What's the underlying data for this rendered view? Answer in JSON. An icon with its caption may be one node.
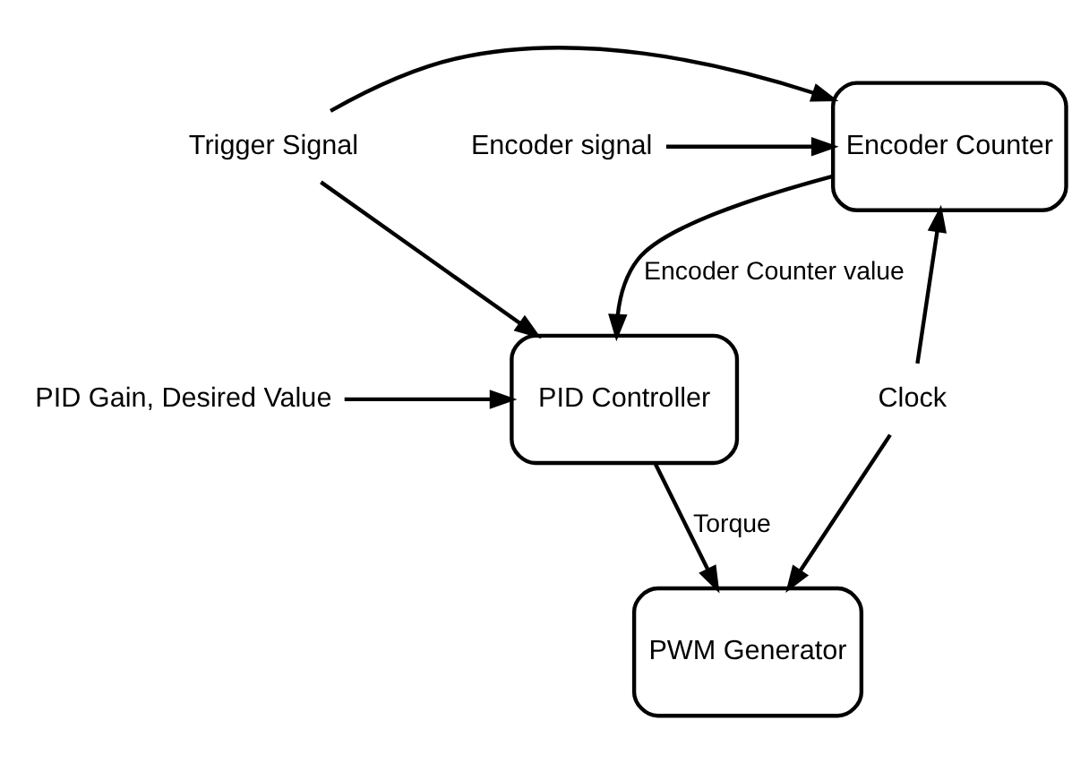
{
  "diagram": {
    "nodes": [
      {
        "text": [
          "Encoder Counter"
        ]
      },
      {
        "text": [
          "PID Controller"
        ]
      },
      {
        "text": [
          "PWM Generator"
        ]
      },
      {
        "text": [
          "Trigger Signal"
        ]
      },
      {
        "text": [
          "Encoder signal"
        ]
      },
      {
        "text": [
          "Clock"
        ]
      },
      {
        "text": [
          "PID Gain, Desired Value"
        ]
      }
    ],
    "edges": [
      {
        "from": 3,
        "to": 0,
        "arrow": "to"
      },
      {
        "from": 3,
        "to": 1,
        "arrow": "to"
      },
      {
        "from": 5,
        "to": 0,
        "arrow": "to"
      },
      {
        "from": 5,
        "to": 2,
        "arrow": "to"
      },
      {
        "from": 4,
        "to": 0,
        "arrow": "to"
      },
      {
        "from": 0,
        "to": 1,
        "arrow": "to",
        "label": "Encoder Counter value"
      },
      {
        "from": 6,
        "to": 1,
        "arrow": "to"
      },
      {
        "from": 1,
        "to": 2,
        "arrow": "to",
        "label": "Torque"
      }
    ]
  }
}
